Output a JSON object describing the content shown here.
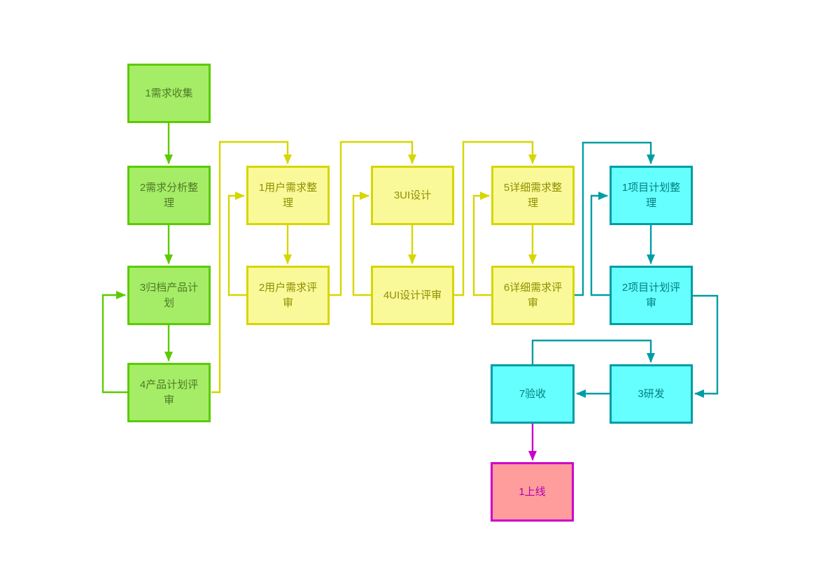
{
  "diagram": {
    "palette": {
      "green": {
        "fill": "#a5ed66",
        "stroke": "#5bcb01",
        "text": "#4f7a28"
      },
      "yellow": {
        "fill": "#f9f99a",
        "stroke": "#d6d600",
        "text": "#8f8f00"
      },
      "cyan": {
        "fill": "#66ffff",
        "stroke": "#009da5",
        "text": "#008080"
      },
      "pink": {
        "fill": "#ff9c9c",
        "stroke": "#cc00cc",
        "text": "#b000b0"
      },
      "magenta_arrow": "#cc00cc"
    },
    "nodes": [
      {
        "id": "requirement-collect",
        "label": "1需求收集",
        "group": "green"
      },
      {
        "id": "requirement-analyze",
        "label": "2需求分析整理",
        "group": "green"
      },
      {
        "id": "archive-product-plan",
        "label": "3归档产品计划",
        "group": "green"
      },
      {
        "id": "product-plan-review",
        "label": "4产品计划评审",
        "group": "green"
      },
      {
        "id": "user-requirement",
        "label": "1用户需求整理",
        "group": "yellow"
      },
      {
        "id": "user-requirement-review",
        "label": "2用户需求评审",
        "group": "yellow"
      },
      {
        "id": "ui-design",
        "label": "3UI设计",
        "group": "yellow"
      },
      {
        "id": "ui-design-review",
        "label": "4UI设计评审",
        "group": "yellow"
      },
      {
        "id": "detail-requirement",
        "label": "5详细需求整理",
        "group": "yellow"
      },
      {
        "id": "detail-requirement-review",
        "label": "6详细需求评审",
        "group": "yellow"
      },
      {
        "id": "project-plan",
        "label": "1项目计划整理",
        "group": "cyan"
      },
      {
        "id": "project-plan-review",
        "label": "2项目计划评审",
        "group": "cyan"
      },
      {
        "id": "development",
        "label": "3研发",
        "group": "cyan"
      },
      {
        "id": "acceptance",
        "label": "7验收",
        "group": "cyan"
      },
      {
        "id": "launch",
        "label": "1上线",
        "group": "pink"
      }
    ],
    "edges": [
      {
        "from": "1需求收集",
        "to": "2需求分析整理",
        "color": "green",
        "type": "forward"
      },
      {
        "from": "2需求分析整理",
        "to": "3归档产品计划",
        "color": "green",
        "type": "forward"
      },
      {
        "from": "3归档产品计划",
        "to": "4产品计划评审",
        "color": "green",
        "type": "forward"
      },
      {
        "from": "4产品计划评审",
        "to": "3归档产品计划",
        "color": "green",
        "type": "loop-back"
      },
      {
        "from": "4产品计划评审",
        "to": "1用户需求整理",
        "color": "yellow",
        "type": "forward"
      },
      {
        "from": "1用户需求整理",
        "to": "2用户需求评审",
        "color": "yellow",
        "type": "forward"
      },
      {
        "from": "2用户需求评审",
        "to": "1用户需求整理",
        "color": "yellow",
        "type": "loop-back"
      },
      {
        "from": "2用户需求评审",
        "to": "3UI设计",
        "color": "yellow",
        "type": "forward"
      },
      {
        "from": "3UI设计",
        "to": "4UI设计评审",
        "color": "yellow",
        "type": "forward"
      },
      {
        "from": "4UI设计评审",
        "to": "3UI设计",
        "color": "yellow",
        "type": "loop-back"
      },
      {
        "from": "4UI设计评审",
        "to": "5详细需求整理",
        "color": "yellow",
        "type": "forward"
      },
      {
        "from": "5详细需求整理",
        "to": "6详细需求评审",
        "color": "yellow",
        "type": "forward"
      },
      {
        "from": "6详细需求评审",
        "to": "5详细需求整理",
        "color": "yellow",
        "type": "loop-back"
      },
      {
        "from": "6详细需求评审",
        "to": "1项目计划整理",
        "color": "teal",
        "type": "forward"
      },
      {
        "from": "1项目计划整理",
        "to": "2项目计划评审",
        "color": "teal",
        "type": "forward"
      },
      {
        "from": "2项目计划评审",
        "to": "1项目计划整理",
        "color": "teal",
        "type": "loop-back"
      },
      {
        "from": "2项目计划评审",
        "to": "3研发",
        "color": "teal",
        "type": "forward"
      },
      {
        "from": "3研发",
        "to": "7验收",
        "color": "teal",
        "type": "forward"
      },
      {
        "from": "7验收",
        "to": "3研发",
        "color": "teal",
        "type": "loop-back"
      },
      {
        "from": "7验收",
        "to": "1上线",
        "color": "magenta",
        "type": "forward"
      }
    ]
  }
}
